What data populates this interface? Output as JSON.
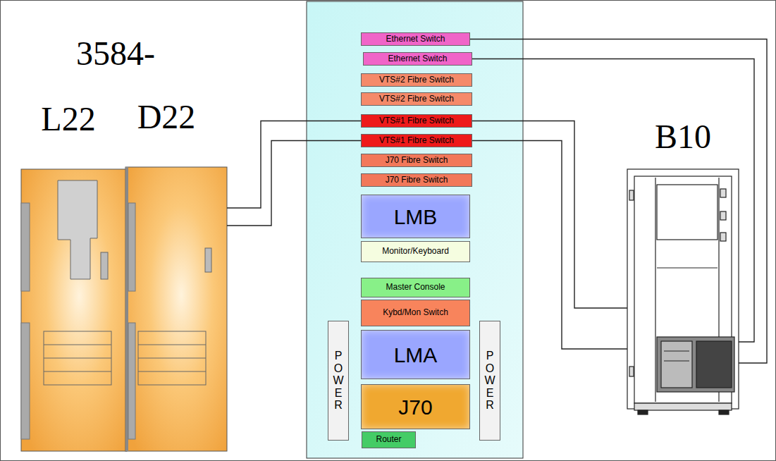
{
  "diagram": {
    "nodes": [
      {
        "text": [
          "L22"
        ]
      },
      {
        "text": [
          "D22"
        ]
      },
      {
        "text": [
          "Ethernet Switch"
        ]
      },
      {
        "text": [
          "Ethernet Switch"
        ]
      },
      {
        "text": [
          "VTS#2 Fibre Switch"
        ]
      },
      {
        "text": [
          "VTS#2 Fibre Switch"
        ]
      },
      {
        "text": [
          "VTS#1 Fibre Switch"
        ]
      },
      {
        "text": [
          "VTS#1 Fibre Switch"
        ]
      },
      {
        "text": [
          "J70 Fibre Switch"
        ]
      },
      {
        "text": [
          "J70 Fibre Switch"
        ]
      },
      {
        "text": [
          "LMB"
        ]
      },
      {
        "text": [
          "Monitor/Keyboard"
        ]
      },
      {
        "text": [
          "POWER"
        ]
      },
      {
        "text": [
          "Master Console"
        ]
      },
      {
        "text": [
          "Kybd/Mon Switch"
        ]
      },
      {
        "text": [
          "LMA"
        ]
      },
      {
        "text": [
          "J70"
        ]
      },
      {
        "text": [
          "POWER"
        ]
      },
      {
        "text": [
          "Router"
        ]
      },
      {
        "text": [
          "B10"
        ]
      }
    ],
    "edges": [
      {
        "from": 1,
        "to": 6,
        "arrow": "none"
      },
      {
        "from": 1,
        "to": 7,
        "arrow": "none"
      },
      {
        "from": 6,
        "to": 19,
        "arrow": "none"
      },
      {
        "from": 7,
        "to": 19,
        "arrow": "none"
      },
      {
        "from": 2,
        "to": 19,
        "arrow": "none"
      },
      {
        "from": 3,
        "to": 19,
        "arrow": "none"
      }
    ],
    "labels": [
      "3584-"
    ]
  }
}
